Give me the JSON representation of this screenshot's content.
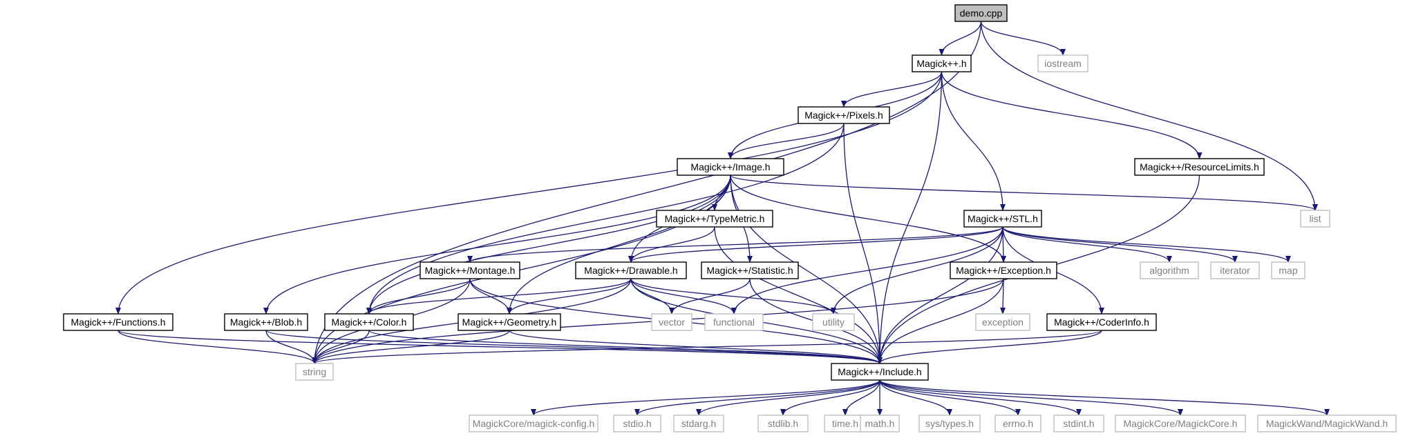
{
  "graph": {
    "kind": "include-dependency-graph",
    "colors": {
      "edge": "#191970",
      "root_fill": "#bfbfbf",
      "header_border": "#000000",
      "system_border": "#bfbfbf",
      "system_text": "#7f7f7f",
      "header_text": "#000000"
    },
    "nodes": [
      {
        "id": "demo",
        "label": "demo.cpp",
        "kind": "root"
      },
      {
        "id": "magickpp",
        "label": "Magick++.h",
        "kind": "header"
      },
      {
        "id": "iostream",
        "label": "iostream",
        "kind": "system"
      },
      {
        "id": "pixels",
        "label": "Magick++/Pixels.h",
        "kind": "header"
      },
      {
        "id": "reslimits",
        "label": "Magick++/ResourceLimits.h",
        "kind": "header"
      },
      {
        "id": "image",
        "label": "Magick++/Image.h",
        "kind": "header"
      },
      {
        "id": "list",
        "label": "list",
        "kind": "system"
      },
      {
        "id": "typemetric",
        "label": "Magick++/TypeMetric.h",
        "kind": "header"
      },
      {
        "id": "stl",
        "label": "Magick++/STL.h",
        "kind": "header"
      },
      {
        "id": "montage",
        "label": "Magick++/Montage.h",
        "kind": "header"
      },
      {
        "id": "drawable",
        "label": "Magick++/Drawable.h",
        "kind": "header"
      },
      {
        "id": "statistic",
        "label": "Magick++/Statistic.h",
        "kind": "header"
      },
      {
        "id": "exception_h",
        "label": "Magick++/Exception.h",
        "kind": "header"
      },
      {
        "id": "algorithm",
        "label": "algorithm",
        "kind": "system"
      },
      {
        "id": "iterator",
        "label": "iterator",
        "kind": "system"
      },
      {
        "id": "map",
        "label": "map",
        "kind": "system"
      },
      {
        "id": "functions",
        "label": "Magick++/Functions.h",
        "kind": "header"
      },
      {
        "id": "blob",
        "label": "Magick++/Blob.h",
        "kind": "header"
      },
      {
        "id": "color",
        "label": "Magick++/Color.h",
        "kind": "header"
      },
      {
        "id": "geometry",
        "label": "Magick++/Geometry.h",
        "kind": "header"
      },
      {
        "id": "vector",
        "label": "vector",
        "kind": "system"
      },
      {
        "id": "functional",
        "label": "functional",
        "kind": "system"
      },
      {
        "id": "utility",
        "label": "utility",
        "kind": "system"
      },
      {
        "id": "exception",
        "label": "exception",
        "kind": "system"
      },
      {
        "id": "coderinfo",
        "label": "Magick++/CoderInfo.h",
        "kind": "header"
      },
      {
        "id": "string",
        "label": "string",
        "kind": "system"
      },
      {
        "id": "include",
        "label": "Magick++/Include.h",
        "kind": "header"
      },
      {
        "id": "mconfig",
        "label": "MagickCore/magick-config.h",
        "kind": "system"
      },
      {
        "id": "stdio",
        "label": "stdio.h",
        "kind": "system"
      },
      {
        "id": "stdarg",
        "label": "stdarg.h",
        "kind": "system"
      },
      {
        "id": "stdlib",
        "label": "stdlib.h",
        "kind": "system"
      },
      {
        "id": "time",
        "label": "time.h",
        "kind": "system"
      },
      {
        "id": "math",
        "label": "math.h",
        "kind": "system"
      },
      {
        "id": "systypes",
        "label": "sys/types.h",
        "kind": "system"
      },
      {
        "id": "errno",
        "label": "errno.h",
        "kind": "system"
      },
      {
        "id": "stdint",
        "label": "stdint.h",
        "kind": "system"
      },
      {
        "id": "magickcore",
        "label": "MagickCore/MagickCore.h",
        "kind": "system"
      },
      {
        "id": "magickwand",
        "label": "MagickWand/MagickWand.h",
        "kind": "system"
      }
    ],
    "edges": [
      [
        "demo",
        "magickpp"
      ],
      [
        "demo",
        "iostream"
      ],
      [
        "demo",
        "list"
      ],
      [
        "demo",
        "string"
      ],
      [
        "magickpp",
        "functions"
      ],
      [
        "magickpp",
        "image"
      ],
      [
        "magickpp",
        "pixels"
      ],
      [
        "magickpp",
        "stl"
      ],
      [
        "magickpp",
        "reslimits"
      ],
      [
        "magickpp",
        "include"
      ],
      [
        "pixels",
        "image"
      ],
      [
        "pixels",
        "color"
      ],
      [
        "pixels",
        "include"
      ],
      [
        "reslimits",
        "include"
      ],
      [
        "image",
        "string"
      ],
      [
        "image",
        "blob"
      ],
      [
        "image",
        "color"
      ],
      [
        "image",
        "drawable"
      ],
      [
        "image",
        "typemetric"
      ],
      [
        "image",
        "statistic"
      ],
      [
        "image",
        "geometry"
      ],
      [
        "image",
        "exception_h"
      ],
      [
        "image",
        "include"
      ],
      [
        "image",
        "list"
      ],
      [
        "typemetric",
        "drawable"
      ],
      [
        "typemetric",
        "include"
      ],
      [
        "stl",
        "montage"
      ],
      [
        "stl",
        "drawable"
      ],
      [
        "stl",
        "exception_h"
      ],
      [
        "stl",
        "functional"
      ],
      [
        "stl",
        "utility"
      ],
      [
        "stl",
        "coderinfo"
      ],
      [
        "stl",
        "algorithm"
      ],
      [
        "stl",
        "iterator"
      ],
      [
        "stl",
        "map"
      ],
      [
        "stl",
        "include"
      ],
      [
        "montage",
        "string"
      ],
      [
        "montage",
        "color"
      ],
      [
        "montage",
        "geometry"
      ],
      [
        "montage",
        "include"
      ],
      [
        "drawable",
        "color"
      ],
      [
        "drawable",
        "geometry"
      ],
      [
        "drawable",
        "string"
      ],
      [
        "drawable",
        "vector"
      ],
      [
        "drawable",
        "functional"
      ],
      [
        "drawable",
        "utility"
      ],
      [
        "drawable",
        "include"
      ],
      [
        "statistic",
        "vector"
      ],
      [
        "statistic",
        "include"
      ],
      [
        "exception_h",
        "exception"
      ],
      [
        "exception_h",
        "string"
      ],
      [
        "exception_h",
        "include"
      ],
      [
        "functions",
        "string"
      ],
      [
        "functions",
        "include"
      ],
      [
        "blob",
        "string"
      ],
      [
        "blob",
        "include"
      ],
      [
        "color",
        "string"
      ],
      [
        "color",
        "include"
      ],
      [
        "geometry",
        "string"
      ],
      [
        "geometry",
        "include"
      ],
      [
        "coderinfo",
        "string"
      ],
      [
        "coderinfo",
        "include"
      ],
      [
        "include",
        "mconfig"
      ],
      [
        "include",
        "stdio"
      ],
      [
        "include",
        "stdarg"
      ],
      [
        "include",
        "stdlib"
      ],
      [
        "include",
        "time"
      ],
      [
        "include",
        "math"
      ],
      [
        "include",
        "systypes"
      ],
      [
        "include",
        "errno"
      ],
      [
        "include",
        "stdint"
      ],
      [
        "include",
        "magickcore"
      ],
      [
        "include",
        "magickwand"
      ]
    ]
  }
}
